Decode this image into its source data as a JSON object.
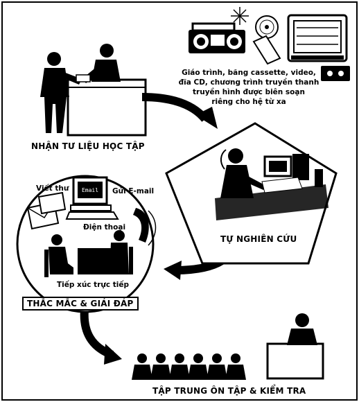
{
  "steps": {
    "receive_materials": "NHẬN TƯ LIỆU HỌC TẬP",
    "self_study": "TỰ NGHIÊN CỨU",
    "qa": "THẮC MẮC & GIẢI ĐÁP",
    "review_exam": "TẬP TRUNG ÔN TẬP & KIỂM TRA"
  },
  "media_caption": {
    "line1": "Giáo trình, băng cassette, video,",
    "line2": "đĩa CD, chương trình truyền thanh",
    "line3": "truyền hình được biên soạn",
    "line4": "riêng cho hệ từ xa"
  },
  "qa_channels": {
    "letter": "Viết thư",
    "email": "Gửi E-mail",
    "phone": "Điện thoại",
    "face_to_face": "Tiếp xúc trực tiếp"
  },
  "screen_text": "Email"
}
